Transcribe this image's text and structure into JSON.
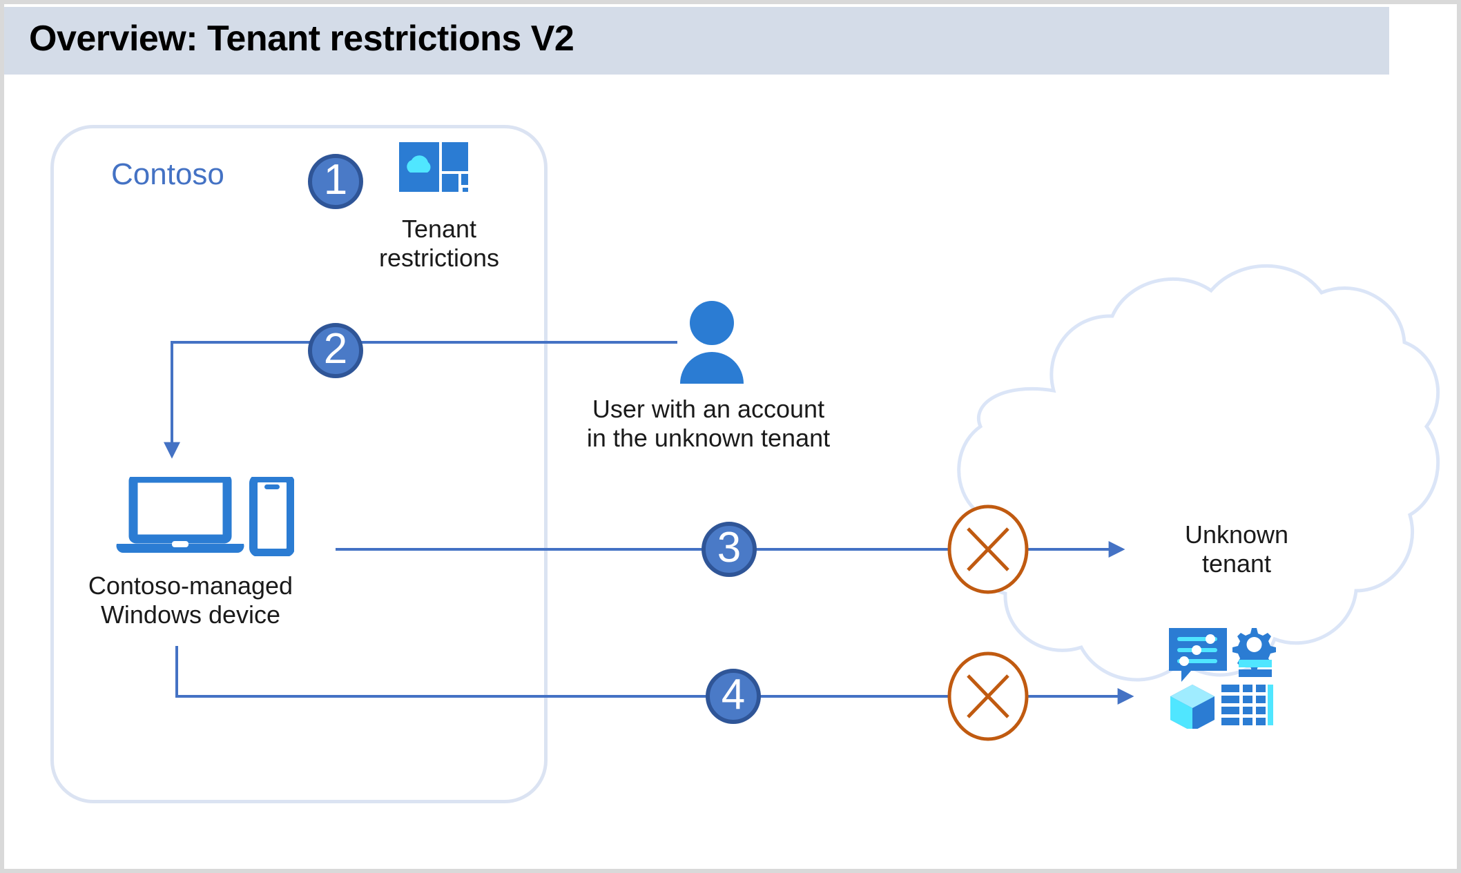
{
  "header": {
    "title": "Overview: Tenant restrictions V2",
    "bar_color": "#d4dce8"
  },
  "colors": {
    "accent_blue": "#4472c4",
    "step_circle_fill": "#4a7ac7",
    "step_circle_border": "#2f5597",
    "connector_blue": "#4472c4",
    "boundary_border": "#dbe3f2",
    "cloud_outline": "#dbe5f7",
    "block_orange": "#c05a10",
    "icon_blue": "#2b7cd3",
    "icon_light_blue": "#50e6ff"
  },
  "boundary": {
    "name": "Contoso",
    "label": "Contoso"
  },
  "steps": [
    {
      "number": "1",
      "name": "step-1"
    },
    {
      "number": "2",
      "name": "step-2"
    },
    {
      "number": "3",
      "name": "step-3"
    },
    {
      "number": "4",
      "name": "step-4"
    }
  ],
  "nodes": {
    "tenant_restrictions": {
      "caption": "Tenant\nrestrictions",
      "icon": "tenant-restrictions-icon"
    },
    "user": {
      "caption": "User with an account\nin the unknown tenant",
      "icon": "user-icon"
    },
    "device": {
      "caption": "Contoso-managed\nWindows device",
      "icon": "device-icon"
    },
    "unknown_tenant": {
      "caption": "Unknown\ntenant"
    },
    "cloud_apps": {
      "icon": "cloud-apps-icon"
    }
  },
  "cloud": {
    "name": "unknown-tenant-cloud"
  },
  "blocked_markers": [
    {
      "name": "blocked-marker-top"
    },
    {
      "name": "blocked-marker-bottom"
    }
  ]
}
